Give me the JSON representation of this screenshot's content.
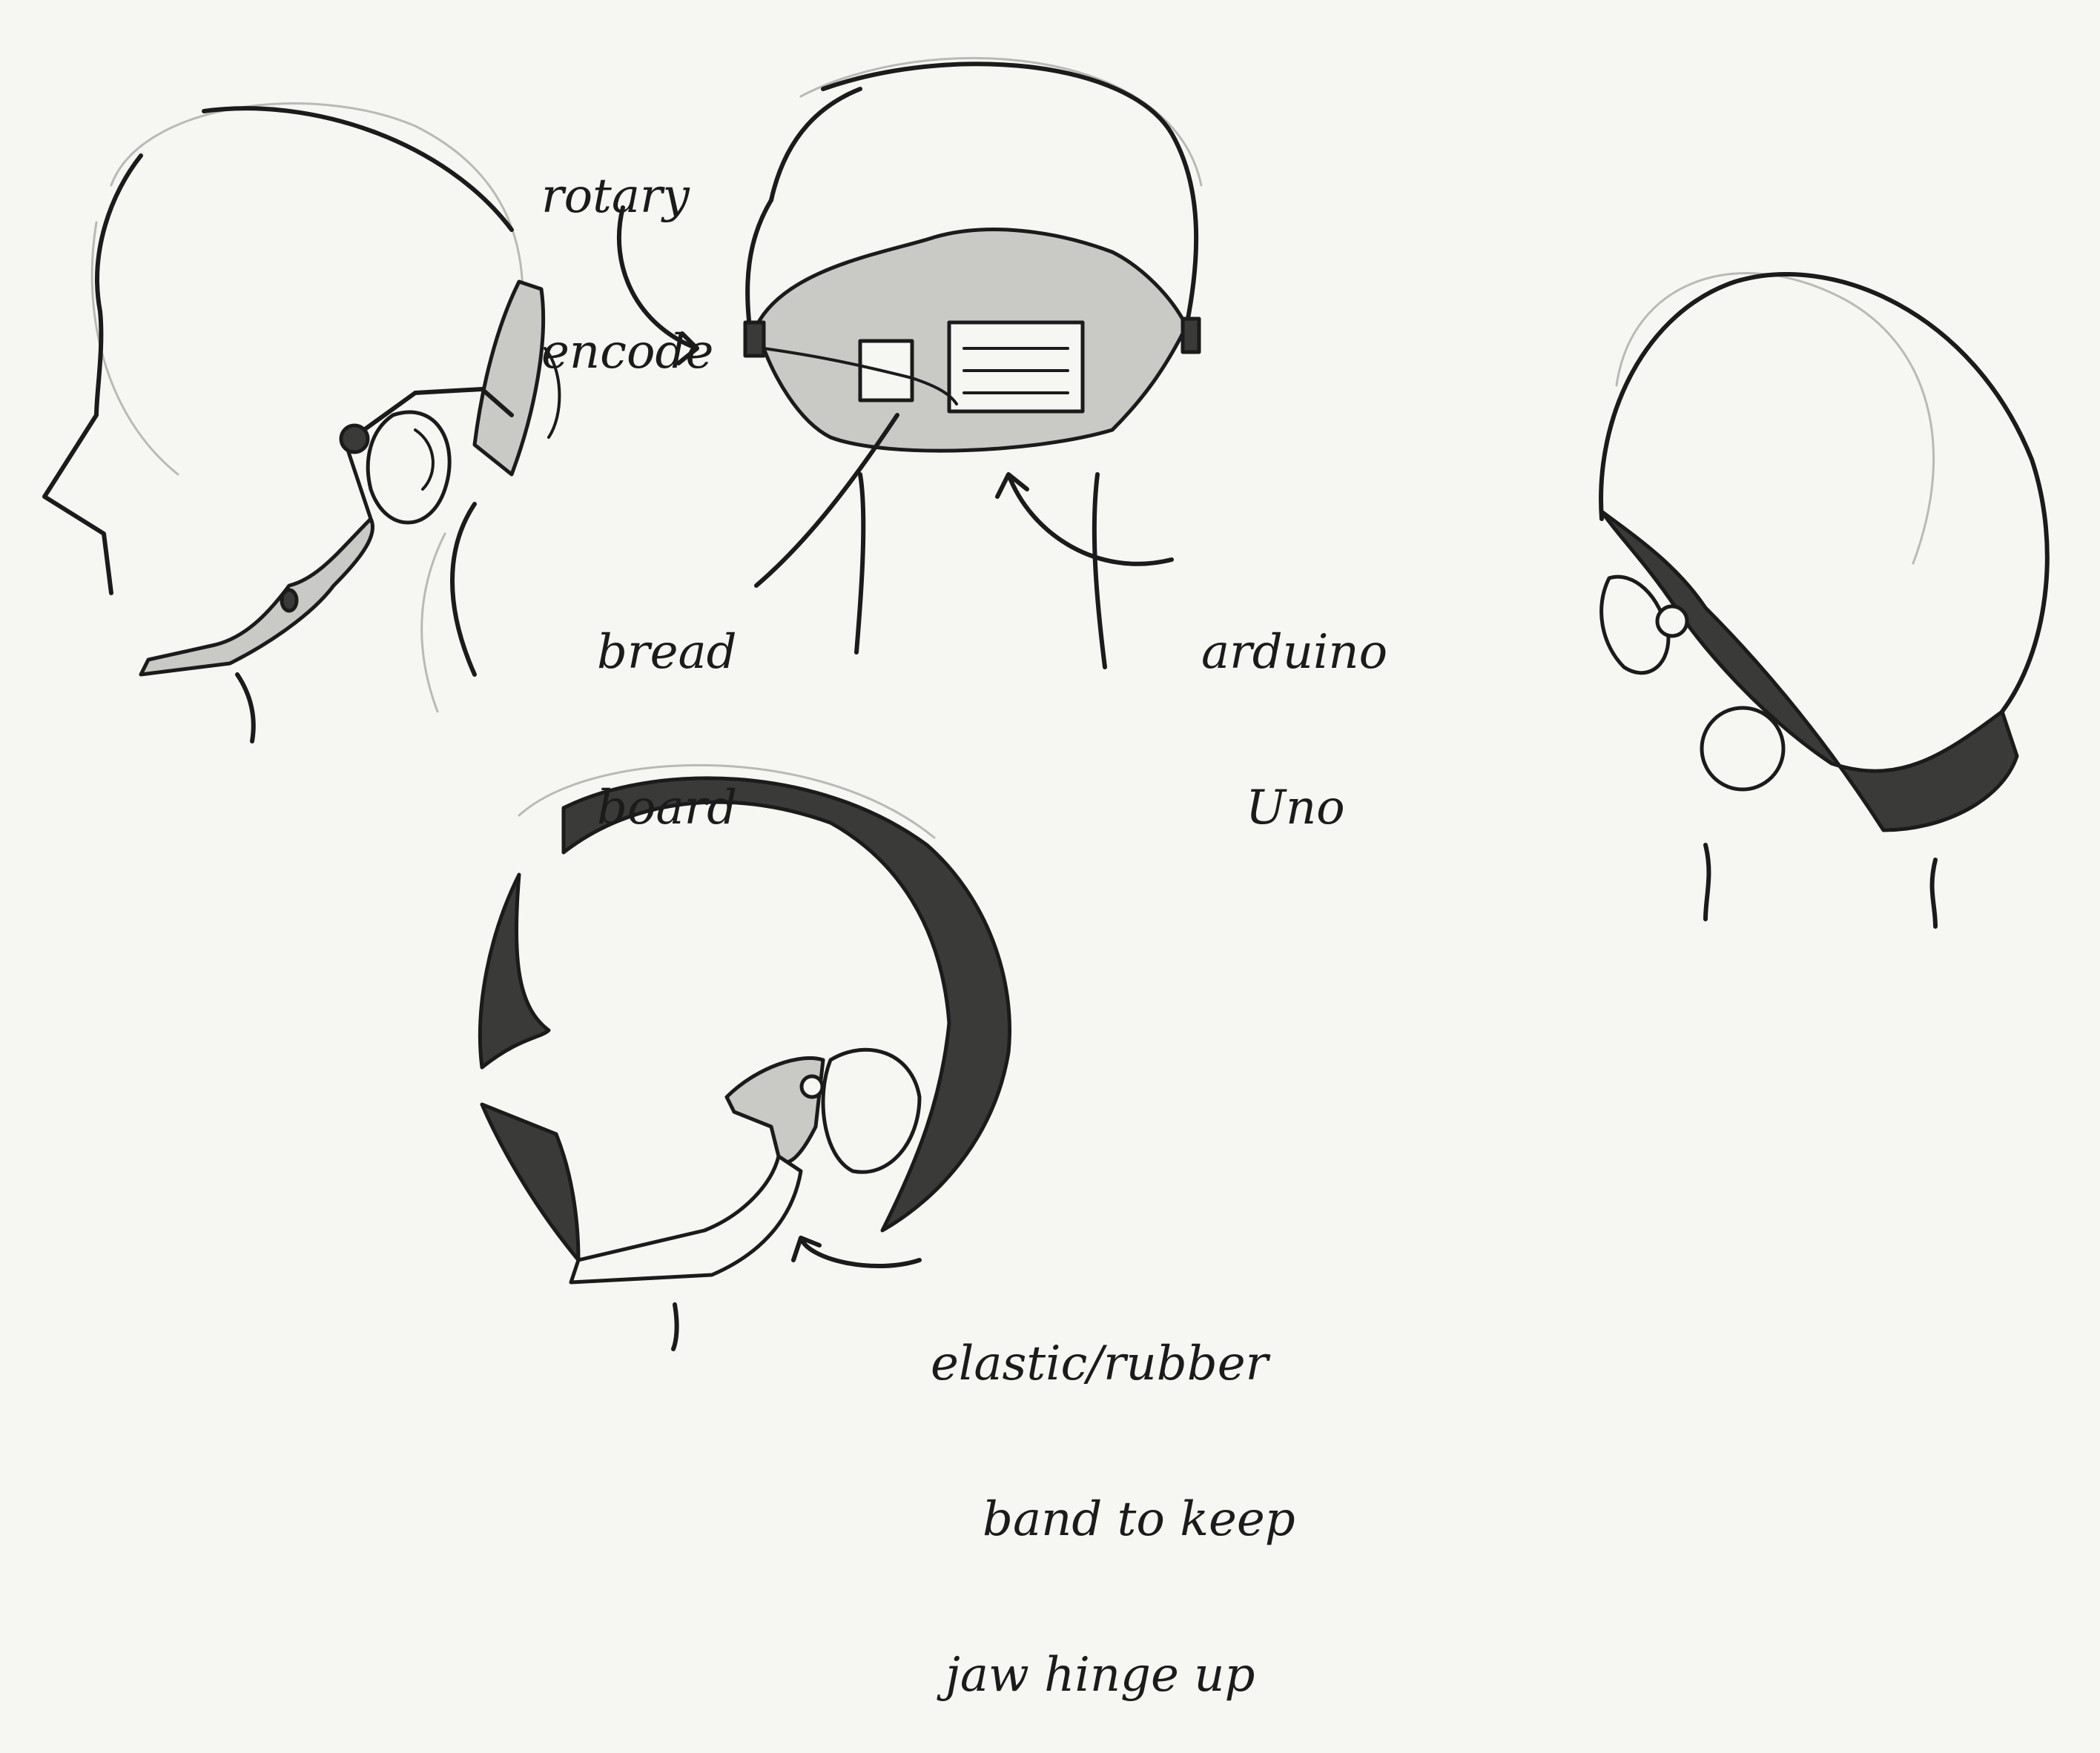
{
  "labels": {
    "rotary_encoder": [
      "rotary",
      "encode"
    ],
    "breadboard": [
      "bread",
      "board"
    ],
    "arduino": [
      "arduino",
      "Uno"
    ],
    "elastic": [
      "elastic/rubber",
      "band to keep",
      "jaw hinge up"
    ]
  },
  "colors": {
    "ink": "#1b1b1b",
    "paper": "#f6f6f3",
    "pencil": "#b9b9b5",
    "shade": "#c9c9c6"
  }
}
